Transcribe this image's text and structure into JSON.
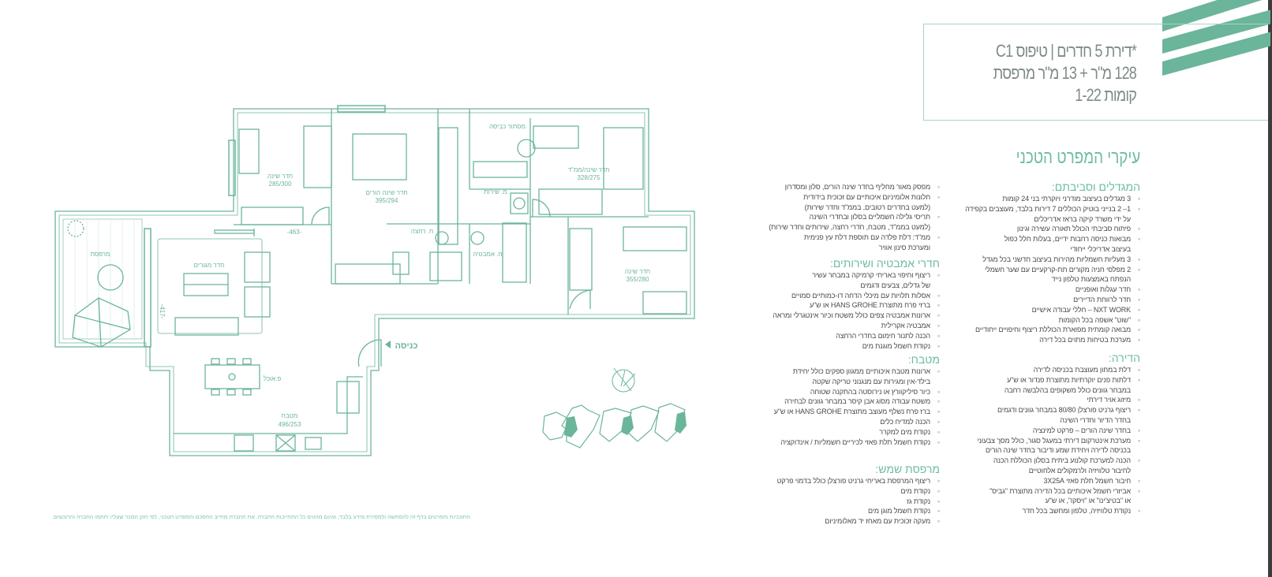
{
  "title": {
    "lines": [
      "*דירת 5 חדרים | טיפוס C1",
      "128 מ\"ר + 13 מ\"ר מרפסת",
      "קומות 1-22"
    ]
  },
  "spec_heading": "עיקרי המפרט הטכני",
  "sections": [
    {
      "id": "towers",
      "heading": "המגדלים וסביבתם:",
      "items": [
        "3 מגדלים בעיצוב מודרני ויוקרתי בני 24 קומות",
        "1– 2 בנייני בוטיק הכוללים 7 דירות בלבד, מעוצבים בקפידה\nעל ידי משרד קיקה בראז אדריכלים",
        "פיתוח סביבתי הכולל תאורה עשירה וגינון",
        "מבואות כניסה רחבות ידיים, בעלות חלל כפול\nבעיצוב אדריכלי ייחודי",
        "3 מעליות חשמליות מהירות בעיצוב חדשני בכל מגדל",
        "2 מפלסי חניה מקורים תת-קרקעיים עם שער חשמלי\nהנפתח באמצעות טלפון נייד",
        "חדר עגלות ואופניים",
        "חדר לרווחת הדיירים",
        "NXT WORK – חללי עבודה אישיים",
        "\"שוט\" אשפה בכל הקומות",
        "מבואה קומתית מפוארת הכוללת ריצוף וחיפויים ייחודיים",
        "מערכת בטיחות מתוים בכל דירה"
      ]
    },
    {
      "id": "apartment",
      "heading": "הדירה:",
      "items": [
        "דלת במחון מעוצבת בכניסה לדירה",
        "דלתות פנים יוקרתיות מתוצרת פנדור או ש\"ע\nבמבחר גוונים כולל משקופים בהלבשה רחבה",
        "מיזוג אויר דירתי",
        "ריצוף גרניט פורצלן 80/80 במבחר גוונים ודגמים\nבחדר הדיור וחדרי השינה",
        "בחדר שינה הורים – פרקט למינציה",
        "מערכת אינטרקום דירתי במעגל סגור, כולל מסך צבעוני\nבכניסה לדירה ויחידת שמע ודיבור בחדר שינה הורים",
        "הכנה למערכת קולנוע ביתית בסלון הכוללת הכנה\nלחיבור טלוויזיה ולרמקולים אלחוטיים",
        "חיבור חשמל תלת פאזי 3X25A",
        "אביזרי חשמל איכותיים בכל הדירה מתוצרת \"גביס\"\nאו \"בטיצ'ינו\" או \"ויסקו\", או ש\"ע",
        "נקודת טלוויזיה, טלפון ומחשב בכל חדר"
      ]
    },
    {
      "id": "apartment-cont",
      "heading": "",
      "items": [
        "מפסק מאור מחליף בחדר שינה הורים, סלון ומסדרון",
        "חלונות אלומיניום איכותיים עם זכוכית בידודית\n(למעט בחדרים רטובים, בממ\"ד וחדר שירות)",
        "תריסי גלילה חשמליים בסלון ובחדרי השינה\n(למעט בממ\"ד, מטבח, חדרי רחצה, שירותים וחדר שירות)",
        "ממ\"ד: דלת פלדה עם תוספת דלת עץ פנימית\nומערכת סינון אוויר"
      ]
    },
    {
      "id": "bathrooms",
      "heading": "חדרי אמבטיה ושירותים:",
      "items": [
        "ריצוף וחיפוי באריחי קרמיקה במבחר עשיר\nשל גדלים, צבעים ודגמים",
        "אסלות תלויות עם מיכלי הדחה דו-כמותיים סמויים",
        "ברזי פרח מתוצרת HANS GROHE או ש\"ע",
        "ארונות אמבטיה צפים כולל משטח וכיור אינטגרלי ומראה",
        "אמבטיה אקרילית",
        "הכנה לתנור חימום בחדרי הרחצה",
        "נקודת חשמל מוגנת מים"
      ]
    },
    {
      "id": "kitchen",
      "heading": "מטבח:",
      "items": [
        "ארונות מטבח איכותיים ממגוון ספקים כולל יחידת\nבילד-אין ומגירות עם מנגנוני טריקה שקטה",
        "כיור סיליקוורץ או נירוסטה בהתקנה שטוחה",
        "משטח עבודה מסוג אבן קיסר במבחר גוונים לבחירה",
        "ברז פרח נשלף מעוצב מתוצרת HANS GROHE או ש\"ע",
        "הכנה למדיח כלים",
        "נקודת מים למקרר",
        "נקודת חשמל תלת פאזי לכיריים חשמליות / אינדוקציה"
      ]
    },
    {
      "id": "balcony",
      "heading": "מרפסת שמש:",
      "items": [
        "ריצוף המרפסת באריחי גרניט פורצלן כולל בדמוי פרקט",
        "נקודת מים",
        "נקודת גז",
        "נקודת חשמל מוגן מים",
        "מעקה זכוכית עם מאחז יד מאלומיניום"
      ]
    }
  ],
  "plan": {
    "rooms": {
      "bedroom1": {
        "name": "חדר שינה",
        "size": "285/300"
      },
      "master": {
        "name": "חדר שינה הורים",
        "size": "395/294"
      },
      "laundry": {
        "name": "מסתור כביסה"
      },
      "service": {
        "name": "מ. שירות"
      },
      "mamad": {
        "name": "חדר שינה/ממ\"ד",
        "size": "328/275"
      },
      "shower": {
        "name": "ח. רחצה"
      },
      "bath": {
        "name": "ח. אמבטיה"
      },
      "bedroom3": {
        "name": "חדר שינה",
        "size": "355/280"
      },
      "balcony": {
        "name": "מרפסת"
      },
      "living": {
        "name": "חדר מגורים"
      },
      "dining": {
        "name": "פ.אוכל"
      },
      "kitchen": {
        "name": "מטבח",
        "size": "496/253"
      }
    },
    "dims": {
      "width": "-463-",
      "height": "-417-"
    },
    "entrance": "כניסה"
  },
  "disclaimer": "התוכניות והפרטים בדף זה להמחשה ולמסירת מידע בלבד, ואינם מהווים כל התחייבות החברה. את החברה מחייב ההסכם והמפרט הטכני, לפי חוק המכר שעליו יחתמו החברה והרוכשים.",
  "colors": {
    "accent": "#6bb59a",
    "heading": "#6dbba4",
    "text": "#4a4a4a"
  }
}
